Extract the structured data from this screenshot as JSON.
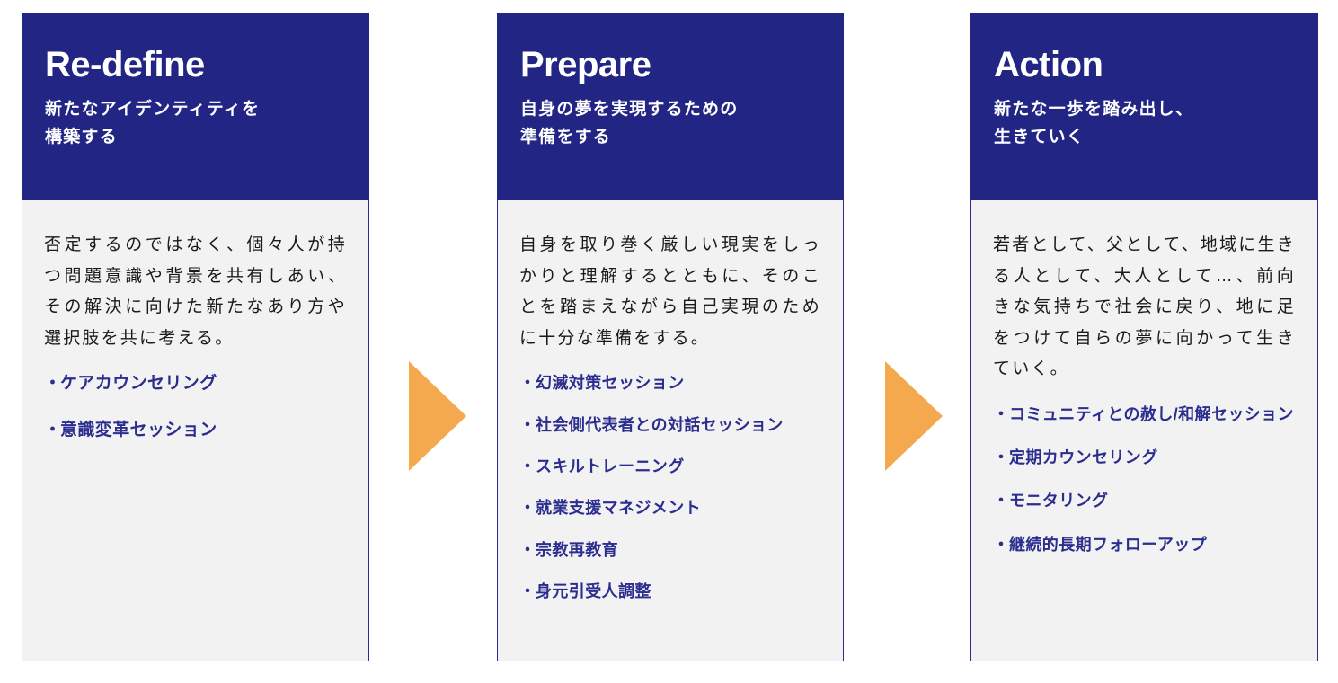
{
  "colors": {
    "header_navy": "#232585",
    "body_bg": "#f2f2f2",
    "border_navy": "#2b2d8f",
    "bullet_navy": "#2b2d8f",
    "arrow_orange": "#f5a94e",
    "body_text": "#1a1a1a",
    "header_text": "#ffffff",
    "page_bg": "#ffffff"
  },
  "cards": [
    {
      "title": "Re-define",
      "subtitle": "新たなアイデンティティを\n構築する",
      "description": "否定するのではなく、個々人が持つ問題意識や背景を共有しあい、その解決に向けた新たなあり方や選択肢を共に考える。",
      "bullets": [
        "ケアカウンセリング",
        "意識変革セッション"
      ]
    },
    {
      "title": "Prepare",
      "subtitle": "自身の夢を実現するための\n準備をする",
      "description": "自身を取り巻く厳しい現実をしっかりと理解するとともに、そのことを踏まえながら自己実現のために十分な準備をする。",
      "bullets": [
        "幻滅対策セッション",
        "社会側代表者との対話セッション",
        "スキルトレーニング",
        "就業支援マネジメント",
        "宗教再教育",
        "身元引受人調整"
      ]
    },
    {
      "title": "Action",
      "subtitle": "新たな一歩を踏み出し、\n生きていく",
      "description": "若者として、父として、地域に生きる人として、大人として…、前向きな気持ちで社会に戻り、地に足をつけて自らの夢に向かって生きていく。",
      "bullets": [
        "コミュニティとの赦し/和解セッション",
        "定期カウンセリング",
        "モニタリング",
        "継続的長期フォローアップ"
      ]
    }
  ],
  "arrows": [
    {
      "name": "arrow-redefine-to-prepare",
      "glyph": "right-triangle"
    },
    {
      "name": "arrow-prepare-to-action",
      "glyph": "right-triangle"
    }
  ],
  "bullet_marker": "・"
}
